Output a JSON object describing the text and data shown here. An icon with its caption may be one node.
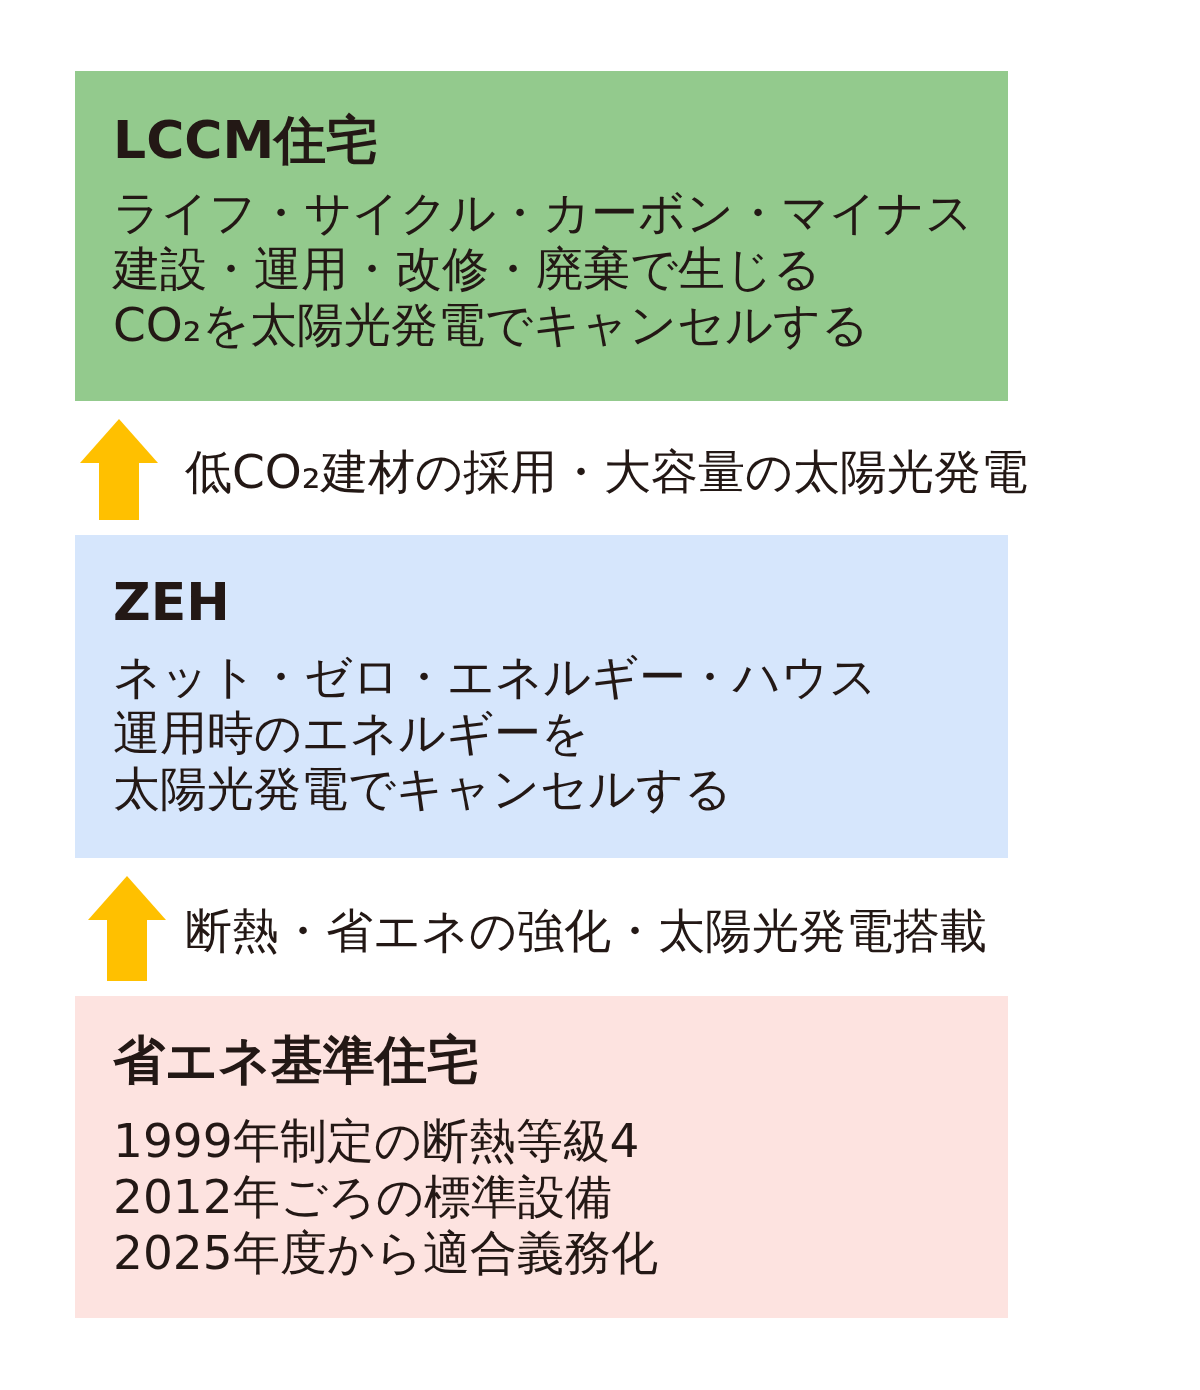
{
  "diagram": {
    "nodes": [
      {
        "text": [
          "LCCM住宅",
          "ライフ・サイクル・カーボン・マイナス",
          "建設・運用・改修・廃棄で生じるCO₂を太陽光発電でキャンセルする"
        ]
      },
      {
        "text": [
          "ZEH",
          "ネット・ゼロ・エネルギー・ハウス",
          "運用時のエネルギーを太陽光発電でキャンセルする"
        ]
      },
      {
        "text": [
          "省エネ基準住宅",
          "1999年制定の断熱等級4",
          "2012年ごろの標準設備",
          "2025年度から適合義務化"
        ]
      }
    ],
    "edges": [
      {
        "from": 1,
        "to": 0,
        "arrow": "to",
        "label": "低CO₂建材の採用・大容量の太陽光発電"
      },
      {
        "from": 2,
        "to": 1,
        "arrow": "to",
        "label": "断熱・省エネの強化・太陽光発電搭載"
      }
    ]
  }
}
